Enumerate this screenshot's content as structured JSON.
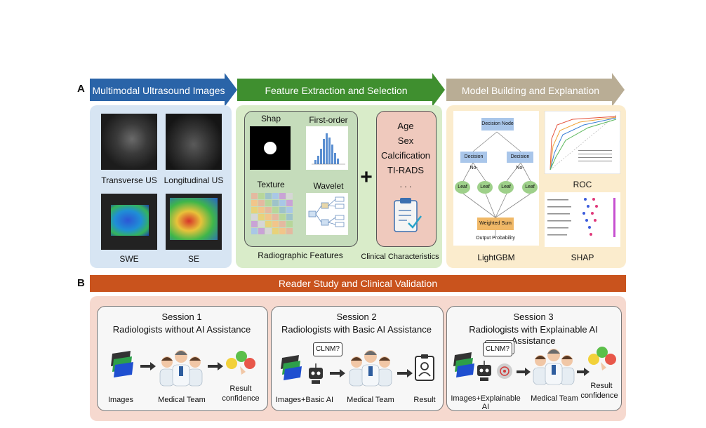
{
  "section_a": {
    "letter": "A",
    "step1": "Multimodal Ultrasound Images",
    "step2": "Feature Extraction and Selection",
    "step3": "Model Building and Explanation",
    "us_labels": [
      "Transverse US",
      "Longitudinal US",
      "SWE",
      "SE"
    ],
    "radiographic": {
      "shap": "Shap",
      "first_order": "First-order",
      "texture": "Texture",
      "wavelet": "Wavelet",
      "caption": "Radiographic Features"
    },
    "plus": "+",
    "clinical": {
      "items": [
        "Age",
        "Sex",
        "Calcification",
        "TI-RADS",
        ". . ."
      ],
      "caption": "Clinical Characteristics"
    },
    "lightgbm": {
      "decision_node": "Decision Node",
      "decision_left": "Decision No-",
      "decision_right": "Decision No-",
      "leaves": [
        "Leaf",
        "Leaf",
        "Leaf",
        "Leaf"
      ],
      "weighted_sum": "Weighted Sum",
      "output": "Output Probability",
      "caption": "LightGBM"
    },
    "roc_caption": "ROC",
    "shap_caption": "SHAP"
  },
  "section_b": {
    "letter": "B",
    "title": "Reader Study and Clinical Validation",
    "sessions": [
      {
        "title": "Session 1",
        "subtitle": "Radiologists without AI Assistance",
        "input": "Images",
        "team": "Medical Team",
        "result": "Result",
        "result2": "confidence"
      },
      {
        "title": "Session 2",
        "subtitle": "Radiologists with Basic AI Assistance",
        "input": "Images+Basic AI",
        "bubble": "CLNM?",
        "team": "Medical Team",
        "result": "Result"
      },
      {
        "title": "Session 3",
        "subtitle": "Radiologists with Explainable AI Assistance",
        "input": "Images+Explainable AI",
        "bubble": "CLNM?",
        "team": "Medical Team",
        "result": "Result",
        "result2": "confidence"
      }
    ]
  },
  "colors": {
    "blue": "#2a64a8",
    "green": "#3f8f2f",
    "tan": "#b9ad95",
    "orange": "#c9531d",
    "panel_blue": "#d7e5f3",
    "panel_green": "#d9ecc9",
    "panel_yellow": "#fbeccd",
    "panel_pink": "#f6d9cf"
  }
}
